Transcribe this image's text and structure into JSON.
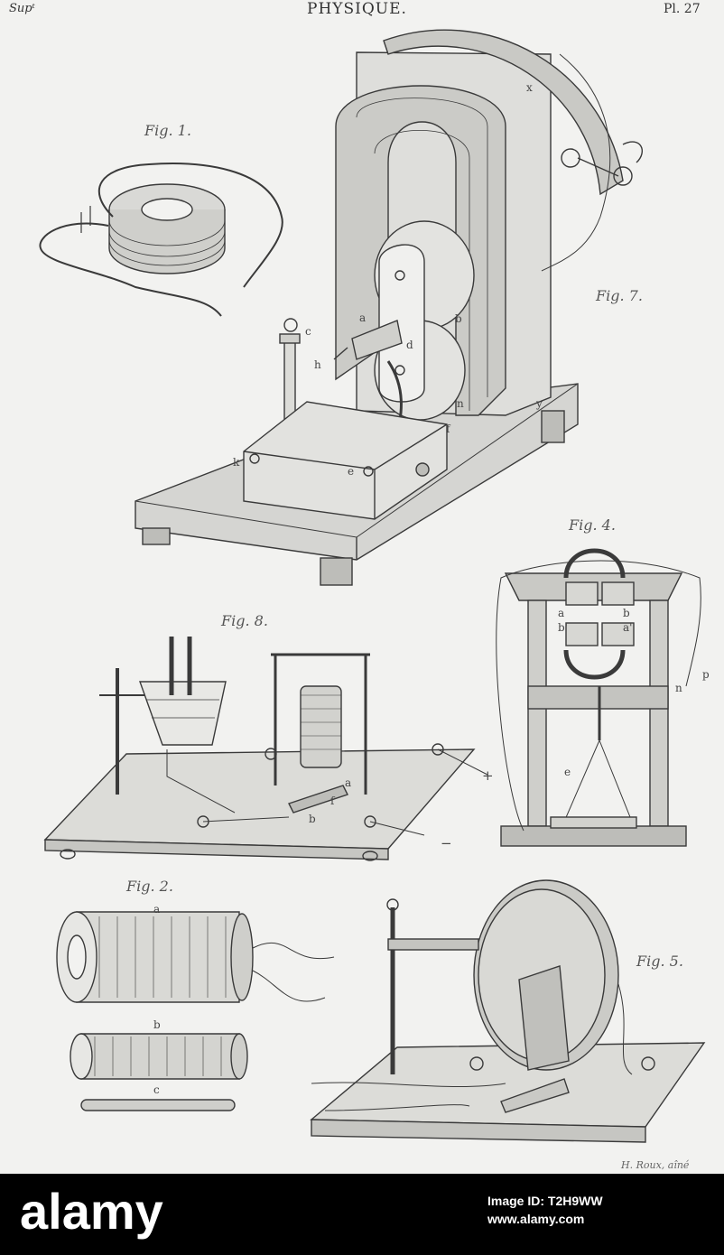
{
  "plate": {
    "header_left": "Supᵗ",
    "header_center": "PHYSIQUE.",
    "header_right": "Pl. 27",
    "figures": {
      "fig1": "Fig. 1.",
      "fig2": "Fig. 2.",
      "fig4": "Fig. 4.",
      "fig5": "Fig. 5.",
      "fig7": "Fig. 7.",
      "fig8": "Fig. 8."
    },
    "labels": {
      "x": "x",
      "c": "c",
      "a": "a",
      "h": "h",
      "d": "d",
      "b": "b",
      "n": "n",
      "f": "f",
      "y": "y",
      "k": "k",
      "e": "e",
      "fig2_a": "a",
      "fig2_b": "b",
      "fig2_c": "c",
      "fig4_a": "a",
      "fig4_b": "b",
      "fig4_bp": "b'",
      "fig4_ap": "a'",
      "fig4_p": "p",
      "fig4_n": "n",
      "fig4_e": "e",
      "fig8_a": "a",
      "fig8_f": "f",
      "fig8_b": "b",
      "plus": "+",
      "minus": "−"
    },
    "signature": "H. Roux, aîné"
  },
  "watermark": {
    "brand": "alamy",
    "image_id_label": "Image ID: T2H9WW",
    "url": "www.alamy.com"
  }
}
